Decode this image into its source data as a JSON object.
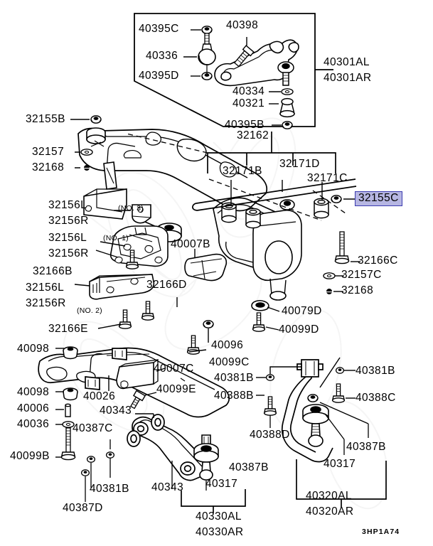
{
  "diagram": {
    "title": "Front Suspension Crossmember and Control Arm Parts Diagram",
    "figure_code": "3HP1A74",
    "highlight_color": "#b6b6e2",
    "highlight_border_color": "#3b3bb0",
    "line_color": "#000000",
    "background_color": "#ffffff"
  },
  "labels": {
    "upper_arm_box": {
      "p40395C": "40395C",
      "p40398": "40398",
      "p40336": "40336",
      "p40395D": "40395D",
      "p40334": "40334",
      "p40321": "40321",
      "p40395B": "40395B",
      "p40301AL": "40301AL",
      "p40301AR": "40301AR"
    },
    "crossmember": {
      "p32155B": "32155B",
      "p32157": "32157",
      "p32168": "32168",
      "p32156L_no3": "32156L",
      "p32156R_no3": "32156R",
      "no3": "(NO. 3)",
      "p32156L_no1": "32156L",
      "p32156R_no1": "32156R",
      "no1": "(NO. 1)",
      "p32166B": "32166B",
      "p32156L_no2": "32156L",
      "p32156R_no2": "32156R",
      "no2": "(NO. 2)",
      "p32166D": "32166D",
      "p32166E": "32166E",
      "p40007B": "40007B"
    },
    "stabilizer_group": {
      "p32162": "32162",
      "p32171B": "32171B",
      "p32171D": "32171D",
      "p32171C": "32171C",
      "p32155C": "32155C"
    },
    "knuckle_group": {
      "p32166C": "32166C",
      "p32157C": "32157C",
      "p32168": "32168",
      "p40079D": "40079D",
      "p40099D": "40099D",
      "p40096": "40096",
      "p40099C": "40099C"
    },
    "lower_crossmember": {
      "p40098_upper": "40098",
      "p40098_lower": "40098",
      "p40026": "40026",
      "p40007C": "40007C",
      "p40099E": "40099E",
      "p40006": "40006",
      "p40036": "40036",
      "p40099B": "40099B",
      "p40387C": "40387C",
      "p40381B_left": "40381B",
      "p40387D": "40387D"
    },
    "lower_arm_left": {
      "p40343_upper": "40343",
      "p40343_lower": "40343",
      "p40317_left": "40317",
      "p40387B_left": "40387B",
      "p40330AL": "40330AL",
      "p40330AR": "40330AR"
    },
    "lower_arm_right": {
      "p40381B_mid": "40381B",
      "p40388B": "40388B",
      "p40381B_right": "40381B",
      "p40388C": "40388C",
      "p40388D": "40388D",
      "p40387B_right": "40387B",
      "p40317_right": "40317",
      "p40320AL": "40320AL",
      "p40320AR": "40320AR"
    }
  }
}
